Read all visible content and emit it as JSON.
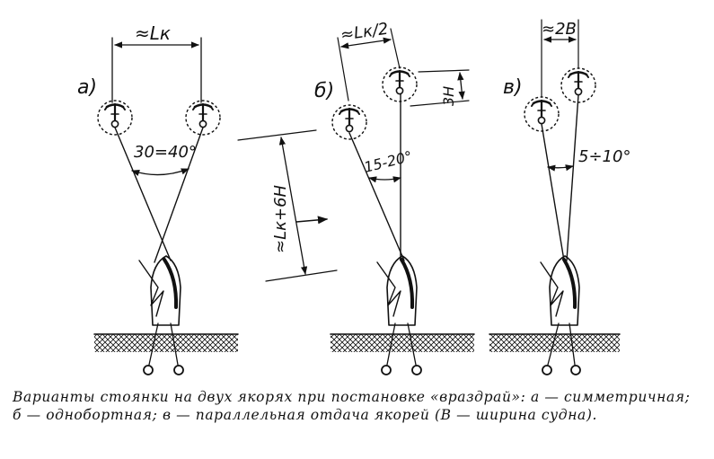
{
  "diagrams": {
    "a": {
      "marker": "а)",
      "spacing": "≈Lк",
      "angle": "30=40°"
    },
    "b": {
      "marker": "б)",
      "spacing": "≈Lк/2",
      "depth": "3H",
      "angle": "15-20°"
    },
    "v": {
      "marker": "в)",
      "spacing": "≈2B",
      "angle": "5÷10°"
    }
  },
  "distance_label": "≈Lк+6H",
  "caption": "Варианты стоянки на двух якорях при постановке «враздрай»: а — симметричная; б — однобортная; в — параллельная отдача якорей (В — ширина судна).",
  "colors": {
    "ink": "#111111",
    "paper": "#ffffff"
  }
}
